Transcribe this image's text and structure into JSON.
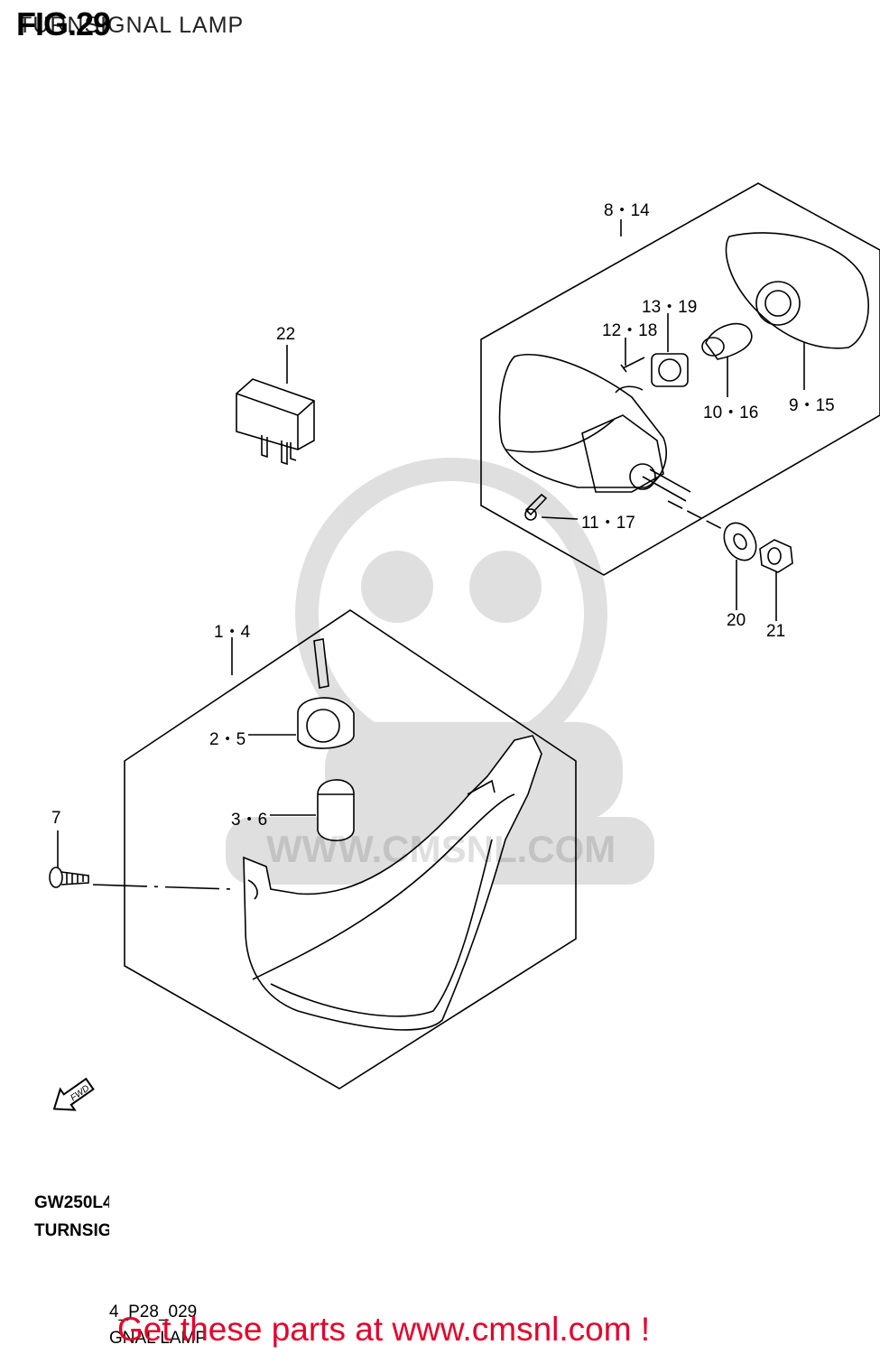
{
  "header": {
    "figure_label": "FIG.29",
    "section_title": "TURNSIGNAL LAMP"
  },
  "callouts": {
    "c_8_14": "8・14",
    "c_13_19": "13・19",
    "c_12_18": "12・18",
    "c_22": "22",
    "c_10_16": "10・16",
    "c_9_15": "9・15",
    "c_11_17": "11・17",
    "c_20": "20",
    "c_21": "21",
    "c_1_4": "1・4",
    "c_2_5": "2・5",
    "c_3_6": "3・6",
    "c_7": "7"
  },
  "fwd_label": "FWD",
  "watermark": "WWW.CMSNL.COM",
  "footer": {
    "model": "GW250L4",
    "name": "TURNSIG",
    "code": "4_P28_029",
    "name2": "GNAL LAMP"
  },
  "promo": "Get these parts at www.cmsnl.com !"
}
